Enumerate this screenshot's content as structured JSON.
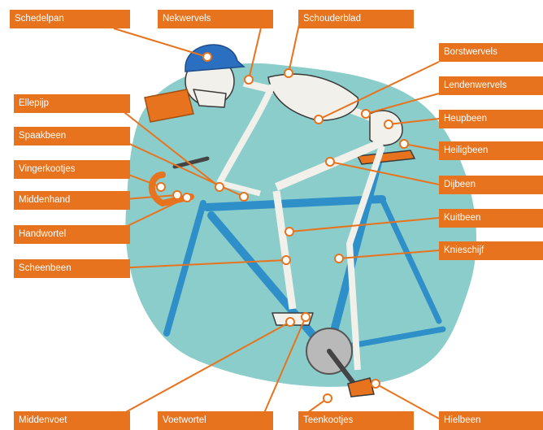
{
  "colors": {
    "label_bg": "#e8731e",
    "leader_line": "#e8731e",
    "label_text": "#ffffff",
    "backdrop": "#7ec8c4",
    "bike_frame": "#2f8fc8",
    "bone": "#f2f0ea",
    "bone_outline": "#3a3a3a",
    "cap": "#2a6fc0"
  },
  "labels": [
    {
      "id": "schedelpan",
      "text": "Schedelpan"
    },
    {
      "id": "nekwervels",
      "text": "Nekwervels"
    },
    {
      "id": "schouderblad",
      "text": "Schouderblad"
    },
    {
      "id": "borstwervels",
      "text": "Borstwervels"
    },
    {
      "id": "lendenwervels",
      "text": "Lendenwervels"
    },
    {
      "id": "ellepijp",
      "text": "Ellepijp"
    },
    {
      "id": "heupbeen",
      "text": "Heupbeen"
    },
    {
      "id": "spaakbeen",
      "text": "Spaakbeen"
    },
    {
      "id": "heiligbeen",
      "text": "Heiligbeen"
    },
    {
      "id": "vingerkootjes",
      "text": "Vingerkootjes"
    },
    {
      "id": "dijbeen",
      "text": "Dijbeen"
    },
    {
      "id": "middenhand",
      "text": "Middenhand"
    },
    {
      "id": "kuitbeen",
      "text": "Kuitbeen"
    },
    {
      "id": "handwortel",
      "text": "Handwortel"
    },
    {
      "id": "knieschijf",
      "text": "Knieschijf"
    },
    {
      "id": "scheenbeen",
      "text": "Scheenbeen"
    },
    {
      "id": "middenvoet",
      "text": "Middenvoet"
    },
    {
      "id": "voetwortel",
      "text": "Voetwortel"
    },
    {
      "id": "teenkootjes",
      "text": "Teenkootjes"
    },
    {
      "id": "hielbeen",
      "text": "Hielbeen"
    }
  ]
}
